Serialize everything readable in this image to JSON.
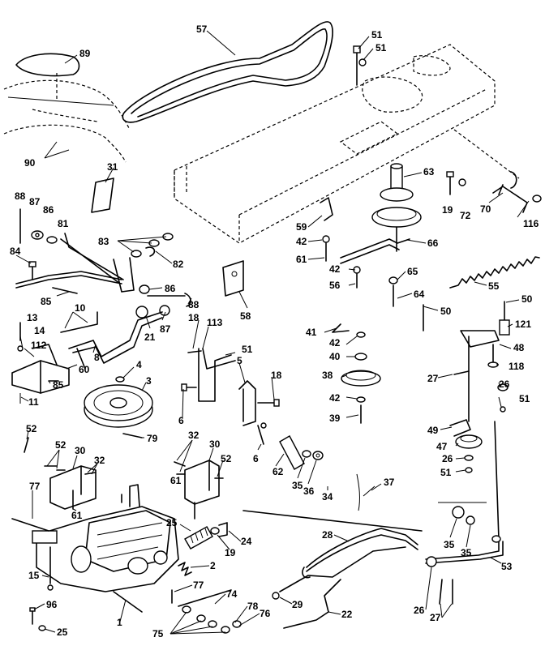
{
  "callouts": [
    {
      "id": "c57",
      "text": "57"
    },
    {
      "id": "c51a",
      "text": "51"
    },
    {
      "id": "c51b",
      "text": "51"
    },
    {
      "id": "c89",
      "text": "89"
    },
    {
      "id": "c90",
      "text": "90"
    },
    {
      "id": "c63",
      "text": "63"
    },
    {
      "id": "c31",
      "text": "31"
    },
    {
      "id": "c19a",
      "text": "19"
    },
    {
      "id": "c72",
      "text": "72"
    },
    {
      "id": "c70",
      "text": "70"
    },
    {
      "id": "c116",
      "text": "116"
    },
    {
      "id": "c88a",
      "text": "88"
    },
    {
      "id": "c87a",
      "text": "87"
    },
    {
      "id": "c86a",
      "text": "86"
    },
    {
      "id": "c81",
      "text": "81"
    },
    {
      "id": "c59",
      "text": "59"
    },
    {
      "id": "c42a",
      "text": "42"
    },
    {
      "id": "c61a",
      "text": "61"
    },
    {
      "id": "c66",
      "text": "66"
    },
    {
      "id": "c83",
      "text": "83"
    },
    {
      "id": "c82",
      "text": "82"
    },
    {
      "id": "c84",
      "text": "84"
    },
    {
      "id": "c42b",
      "text": "42"
    },
    {
      "id": "c56",
      "text": "56"
    },
    {
      "id": "c65",
      "text": "65"
    },
    {
      "id": "c64",
      "text": "64"
    },
    {
      "id": "c55",
      "text": "55"
    },
    {
      "id": "c58",
      "text": "58"
    },
    {
      "id": "c85a",
      "text": "85"
    },
    {
      "id": "c86b",
      "text": "86"
    },
    {
      "id": "c88b",
      "text": "88"
    },
    {
      "id": "c50a",
      "text": "50"
    },
    {
      "id": "c50b",
      "text": "50"
    },
    {
      "id": "c10",
      "text": "10"
    },
    {
      "id": "c13",
      "text": "13"
    },
    {
      "id": "c21",
      "text": "21"
    },
    {
      "id": "c87b",
      "text": "87"
    },
    {
      "id": "c18a",
      "text": "18"
    },
    {
      "id": "c113",
      "text": "113"
    },
    {
      "id": "c121",
      "text": "121"
    },
    {
      "id": "c14",
      "text": "14"
    },
    {
      "id": "c41",
      "text": "41"
    },
    {
      "id": "c42c",
      "text": "42"
    },
    {
      "id": "c48",
      "text": "48"
    },
    {
      "id": "c112",
      "text": "112"
    },
    {
      "id": "c60",
      "text": "60"
    },
    {
      "id": "c8",
      "text": "8"
    },
    {
      "id": "c51c",
      "text": "51"
    },
    {
      "id": "c40",
      "text": "40"
    },
    {
      "id": "c118",
      "text": "118"
    },
    {
      "id": "c4",
      "text": "4"
    },
    {
      "id": "c85b",
      "text": "85"
    },
    {
      "id": "c5",
      "text": "5"
    },
    {
      "id": "c27a",
      "text": "27"
    },
    {
      "id": "c26a",
      "text": "26"
    },
    {
      "id": "c3",
      "text": "3"
    },
    {
      "id": "c18b",
      "text": "18"
    },
    {
      "id": "c38",
      "text": "38"
    },
    {
      "id": "c51d",
      "text": "51"
    },
    {
      "id": "c11",
      "text": "11"
    },
    {
      "id": "c42d",
      "text": "42"
    },
    {
      "id": "c6a",
      "text": "6"
    },
    {
      "id": "c39",
      "text": "39"
    },
    {
      "id": "c49",
      "text": "49"
    },
    {
      "id": "c52a",
      "text": "52"
    },
    {
      "id": "c79",
      "text": "79"
    },
    {
      "id": "c32a",
      "text": "32"
    },
    {
      "id": "c30a",
      "text": "30"
    },
    {
      "id": "c6b",
      "text": "6"
    },
    {
      "id": "c47",
      "text": "47"
    },
    {
      "id": "c52b",
      "text": "52"
    },
    {
      "id": "c30b",
      "text": "30"
    },
    {
      "id": "c26b",
      "text": "26"
    },
    {
      "id": "c32b",
      "text": "32"
    },
    {
      "id": "c52c",
      "text": "52"
    },
    {
      "id": "c62",
      "text": "62"
    },
    {
      "id": "c35a",
      "text": "35"
    },
    {
      "id": "c36",
      "text": "36"
    },
    {
      "id": "c51e",
      "text": "51"
    },
    {
      "id": "c37",
      "text": "37"
    },
    {
      "id": "c77a",
      "text": "77"
    },
    {
      "id": "c61b",
      "text": "61"
    },
    {
      "id": "c61c",
      "text": "61"
    },
    {
      "id": "c34",
      "text": "34"
    },
    {
      "id": "c25a",
      "text": "25"
    },
    {
      "id": "c24",
      "text": "24"
    },
    {
      "id": "c28",
      "text": "28"
    },
    {
      "id": "c35b",
      "text": "35"
    },
    {
      "id": "c35c",
      "text": "35"
    },
    {
      "id": "c19b",
      "text": "19"
    },
    {
      "id": "c15",
      "text": "15"
    },
    {
      "id": "c2",
      "text": "2"
    },
    {
      "id": "c53",
      "text": "53"
    },
    {
      "id": "c77b",
      "text": "77"
    },
    {
      "id": "c74",
      "text": "74"
    },
    {
      "id": "c29",
      "text": "29"
    },
    {
      "id": "c22",
      "text": "22"
    },
    {
      "id": "c26c",
      "text": "26"
    },
    {
      "id": "c96",
      "text": "96"
    },
    {
      "id": "c1",
      "text": "1"
    },
    {
      "id": "c78",
      "text": "78"
    },
    {
      "id": "c76",
      "text": "76"
    },
    {
      "id": "c27b",
      "text": "27"
    },
    {
      "id": "c25b",
      "text": "25"
    },
    {
      "id": "c75",
      "text": "75"
    }
  ]
}
